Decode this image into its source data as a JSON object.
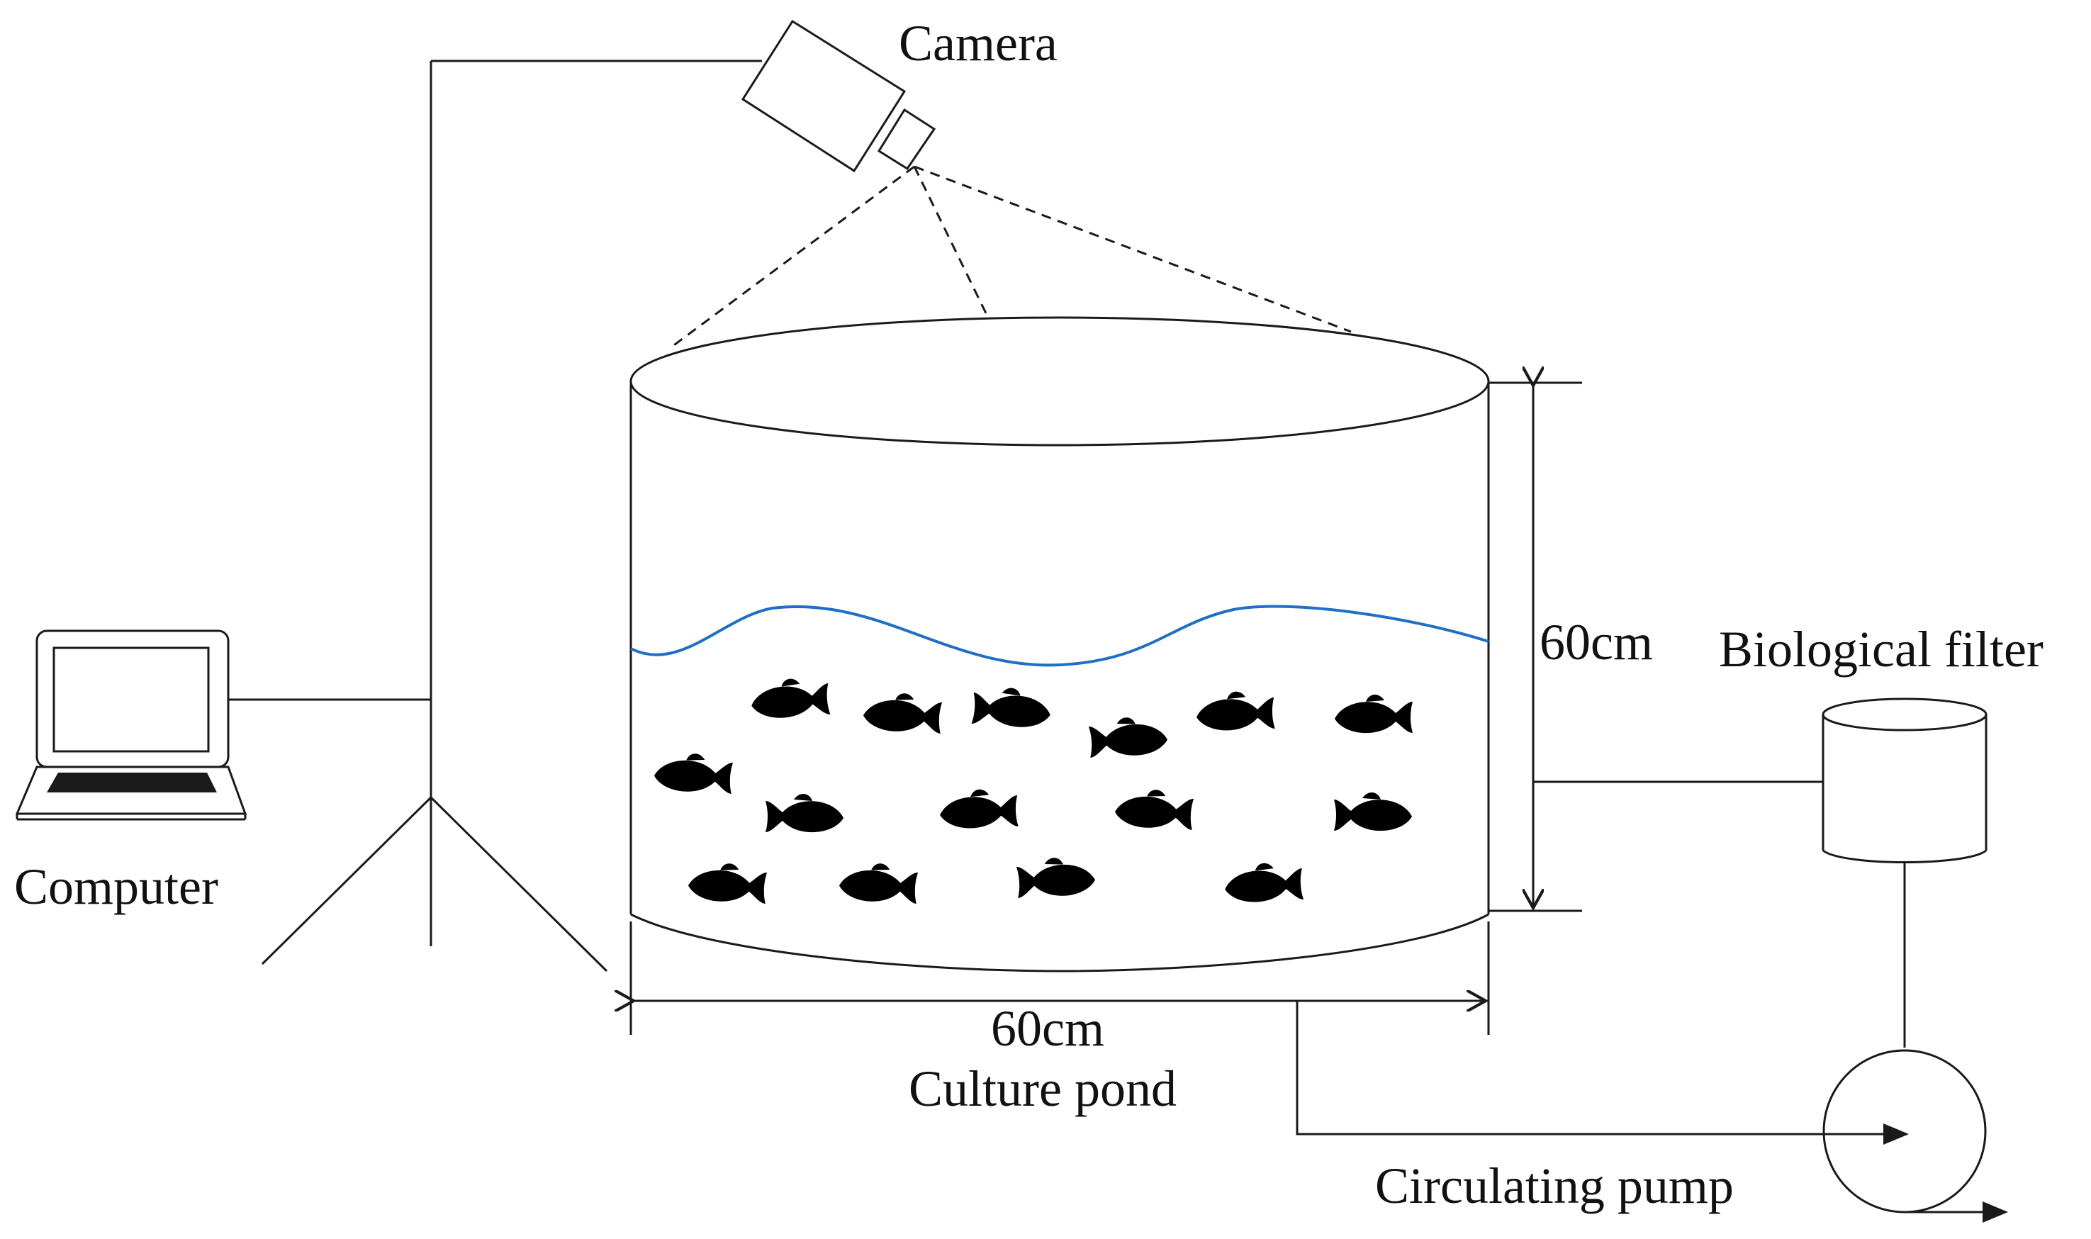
{
  "labels": {
    "camera": "Camera",
    "computer": "Computer",
    "height": "60cm",
    "width": "60cm",
    "pond": "Culture pond",
    "filter": "Biological filter",
    "pump": "Circulating pump"
  },
  "colors": {
    "line": "#1a1a1a",
    "water": "#1f6fc4",
    "fish_outline": "#333333"
  },
  "icons": [
    "camera-icon",
    "laptop-icon",
    "tripod-icon",
    "fish-icon",
    "filter-icon",
    "pump-icon",
    "arrow-icon"
  ]
}
